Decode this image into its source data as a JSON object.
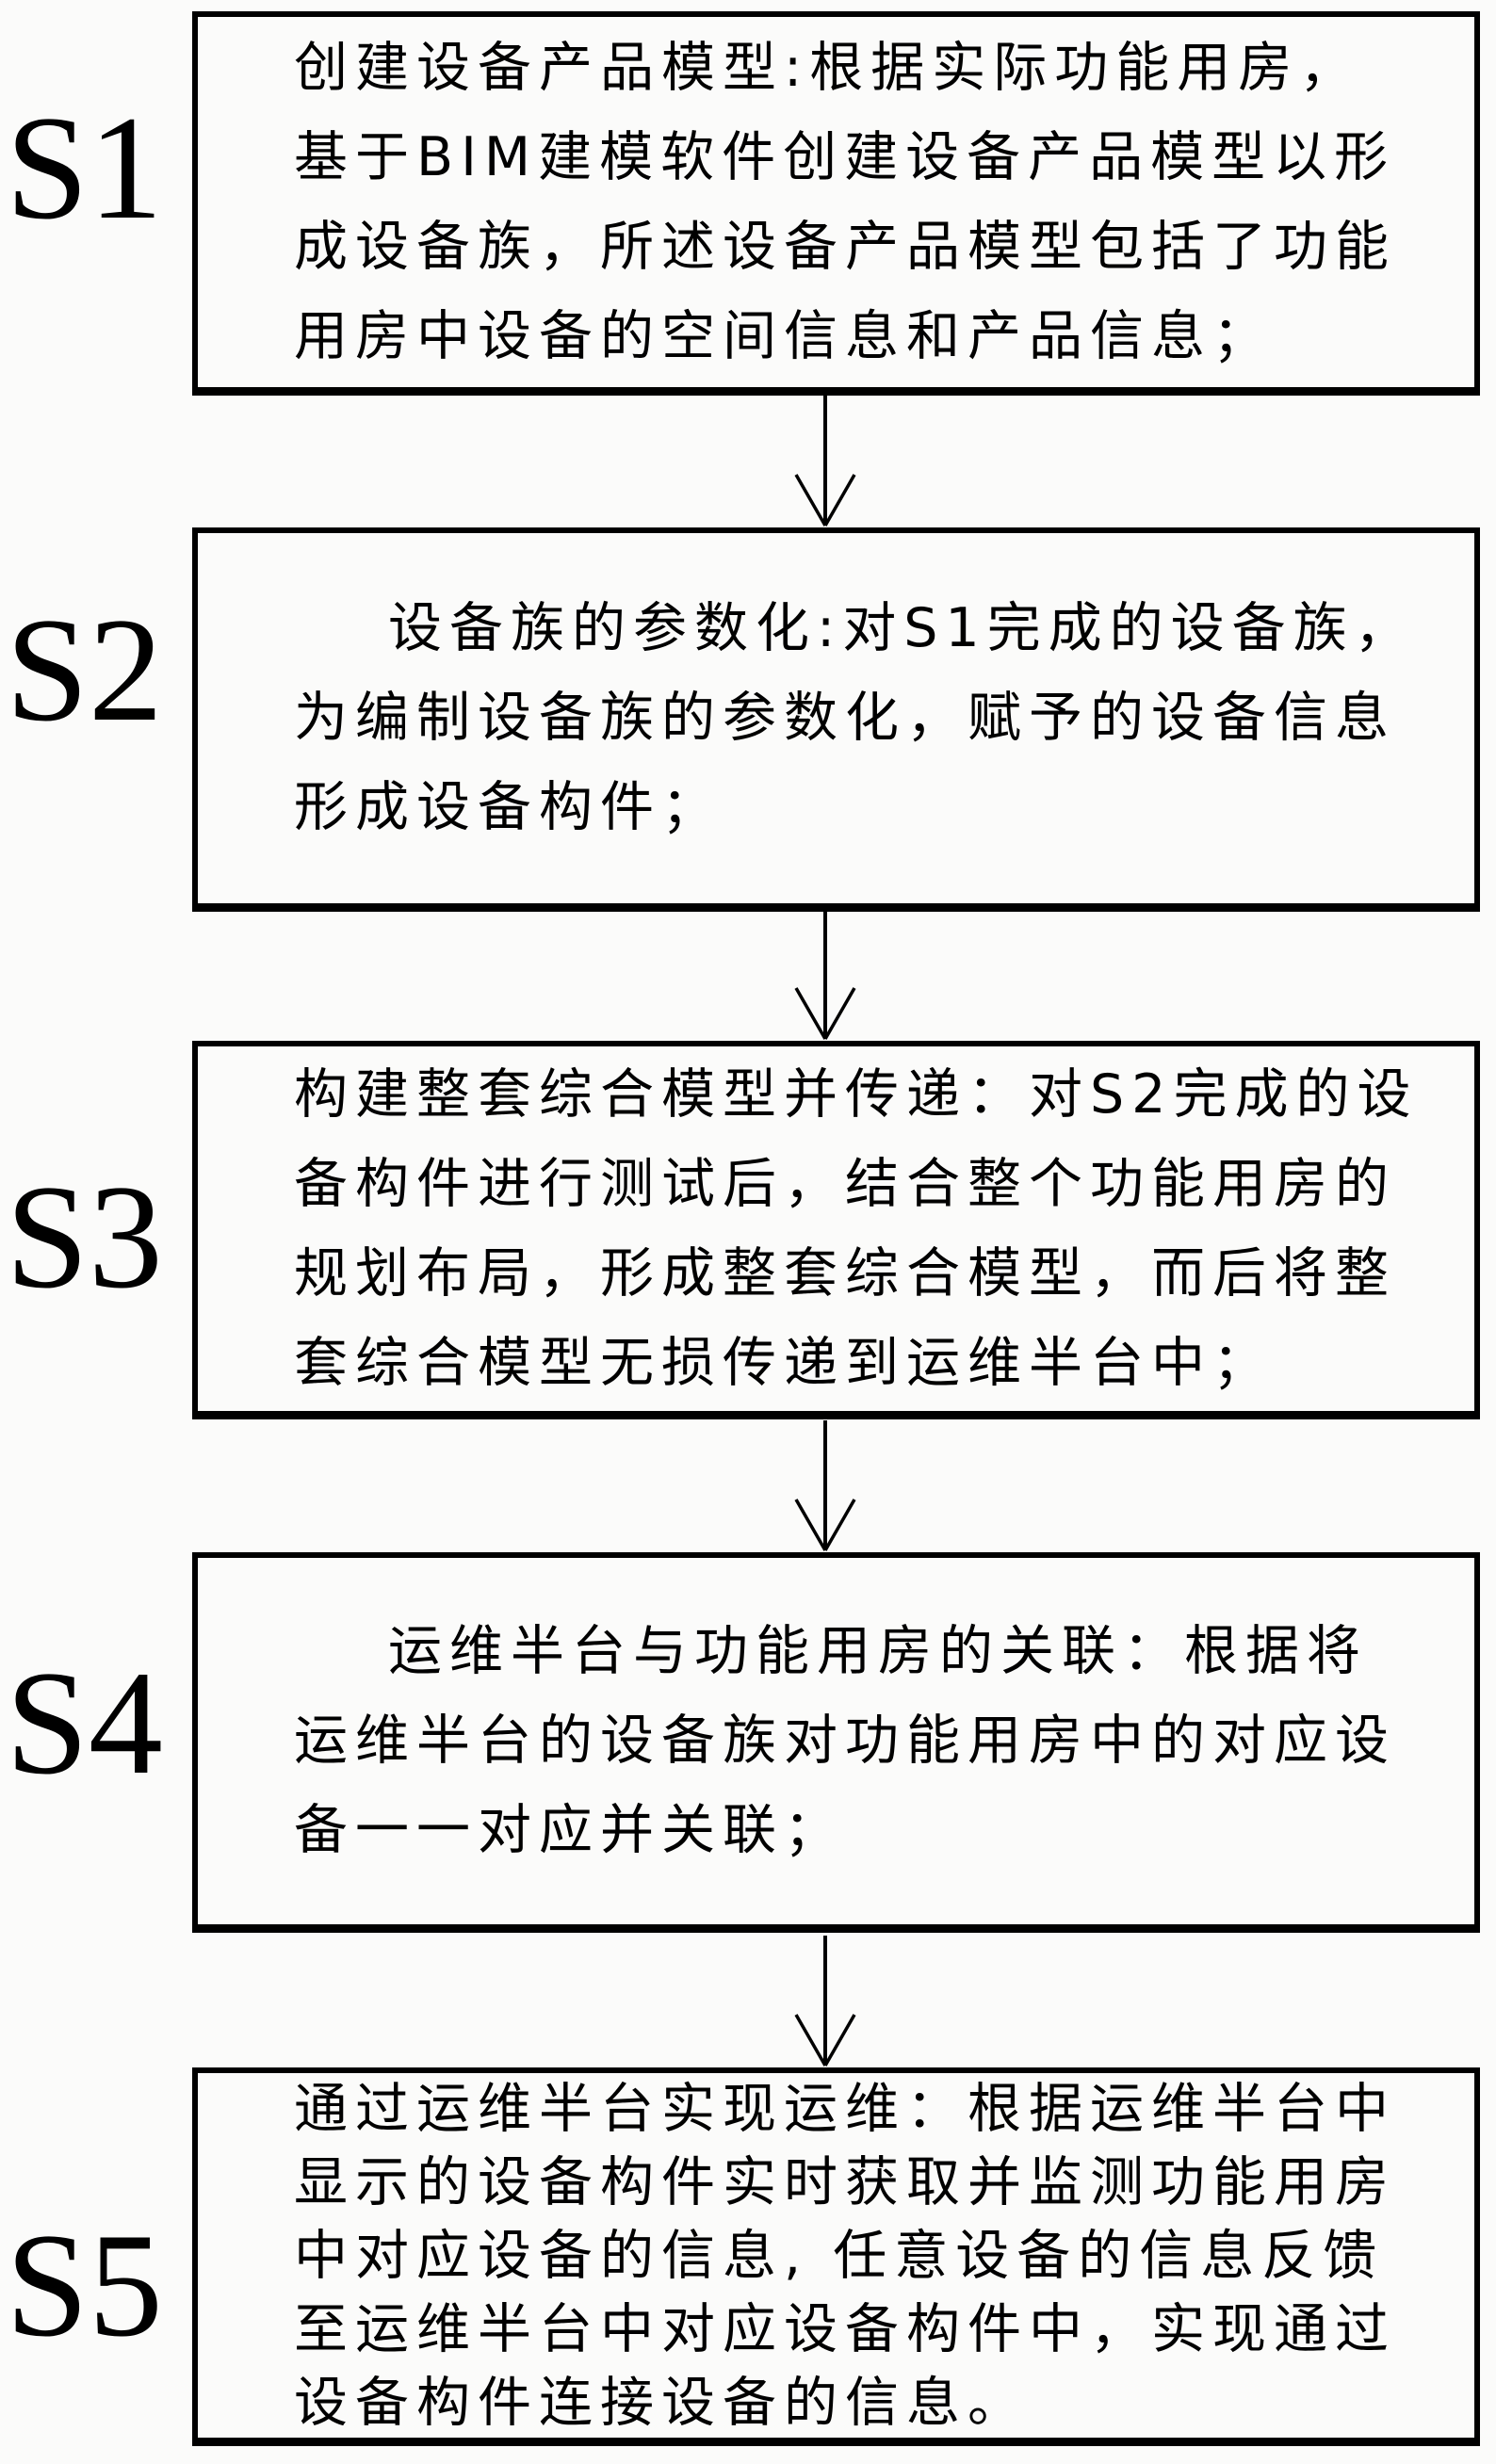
{
  "figure": {
    "type": "flowchart",
    "direction": "top-down",
    "step_count": 5
  },
  "colors": {
    "ink": "#000000",
    "paper": "#fbfbfa"
  },
  "steps": [
    {
      "label": "S1",
      "lines": [
        "创建设备产品模型:根据实际功能用房，",
        "基于BIM建模软件创建设备产品模型以形",
        "成设备族，所述设备产品模型包括了功能",
        "用房中设备的空间信息和产品信息；"
      ]
    },
    {
      "label": "S2",
      "lines": [
        "设备族的参数化:对S1完成的设备族，",
        "为编制设备族的参数化，赋予的设备信息",
        "形成设备构件；"
      ]
    },
    {
      "label": "S3",
      "lines": [
        "构建整套综合模型并传递：对S2完成的设",
        "备构件进行测试后，结合整个功能用房的",
        "规划布局，形成整套综合模型，而后将整",
        "套综合模型无损传递到运维半台中；"
      ]
    },
    {
      "label": "S4",
      "lines": [
        "运维半台与功能用房的关联：根据将",
        "运维半台的设备族对功能用房中的对应设",
        "备一一对应并关联；"
      ]
    },
    {
      "label": "S5",
      "lines": [
        "通过运维半台实现运维：根据运维半台中",
        "显示的设备构件实时获取并监测功能用房",
        "中对应设备的信息, 任意设备的信息反馈",
        "至运维半台中对应设备构件中，实现通过",
        "设备构件连接设备的信息。"
      ]
    }
  ]
}
